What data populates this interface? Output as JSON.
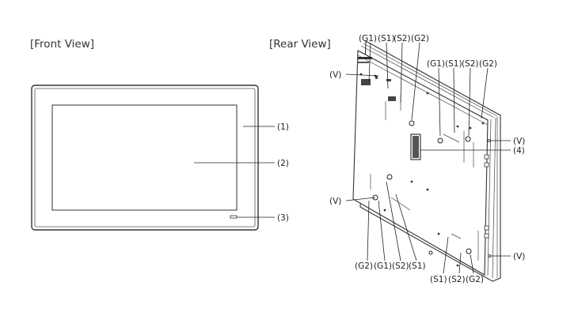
{
  "titles": {
    "front": "[Front View]",
    "rear": "[Rear View]"
  },
  "front_labels": {
    "l1": "(1)",
    "l2": "(2)",
    "l3": "(3)"
  },
  "rear_labels": {
    "top_a": {
      "g1": "(G1)",
      "s1": "(S1)",
      "s2": "(S2)",
      "g2": "(G2)"
    },
    "top_b": {
      "g1": "(G1)",
      "s1": "(S1)",
      "s2": "(S2)",
      "g2": "(G2)"
    },
    "bottom_a": {
      "g2": "(G2)",
      "g1": "(G1)",
      "s2": "(S2)",
      "s1": "(S1)"
    },
    "bottom_b": {
      "s1": "(S1)",
      "s2": "(S2)",
      "g2": "(G2)"
    },
    "v_top_left": "(V)",
    "v_mid_left": "(V)",
    "v_right_upper": "(V)",
    "v_right_lower": "(V)",
    "l4": "(4)"
  }
}
